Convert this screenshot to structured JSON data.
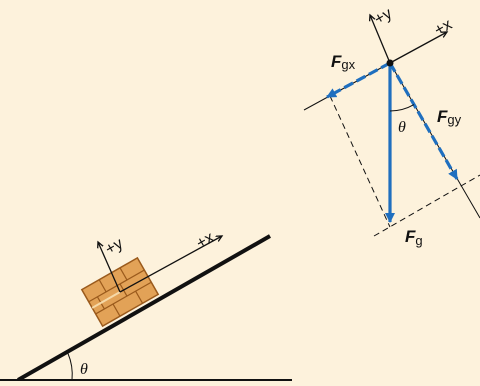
{
  "diagram": {
    "left_panel": {
      "axis_x_label": "+x",
      "axis_y_label": "+y",
      "angle_label": "θ"
    },
    "right_panel": {
      "axis_x_label": "+x",
      "axis_y_label": "+y",
      "angle_label": "θ",
      "force_parallel": {
        "symbol": "F",
        "subscript": "gx"
      },
      "force_perpendicular": {
        "symbol": "F",
        "subscript": "gy"
      },
      "force_gravity": {
        "symbol": "F",
        "subscript": "g"
      }
    },
    "colors": {
      "background": "#fdf2dc",
      "force_vector": "#1f6fbf",
      "line": "#111111",
      "crate": "#e2a257",
      "crate_edge": "#9a5a1c"
    }
  }
}
